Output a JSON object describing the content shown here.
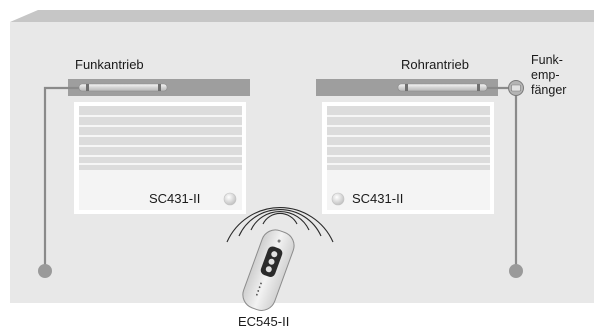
{
  "labels": {
    "left_drive": "Funkantrieb",
    "right_drive": "Rohrantrieb",
    "receiver_line1": "Funk-",
    "receiver_line2": "emp-",
    "receiver_line3": "fänger",
    "left_sensor": "SC431-II",
    "right_sensor": "SC431-II",
    "remote": "EC545-II"
  },
  "colors": {
    "wall": "#e8e8e8",
    "wall_top": "#c6c6c6",
    "frame": "#ffffff",
    "shutter": "#dcdcdc",
    "box": "#9e9e9e",
    "cable": "#8a8a8a",
    "bead": "#9a9a9a",
    "remote_body": "#e6e6e6",
    "remote_pad": "#2a2a2a"
  },
  "icons": {
    "left_sensor_icon": "round-sensor-dot",
    "right_sensor_icon": "round-sensor-dot",
    "receiver_icon": "receiver-dome-icon",
    "signal_icon": "radio-waves-icon"
  }
}
